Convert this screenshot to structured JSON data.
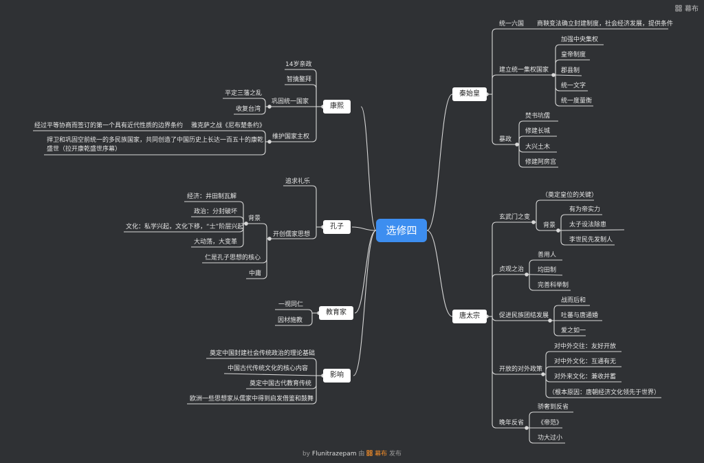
{
  "toolbar": {
    "brand": "幕布",
    "icon": "mubu-logo-icon"
  },
  "center": "选修四",
  "branches": {
    "qinshihuang": {
      "label": "秦始皇",
      "unify": "统一六国",
      "unify_detail": "商鞅变法确立封建制度，社会经济发展，提供条件",
      "build": "建立统一集权国家",
      "build_items": [
        "加强中央集权",
        "皇帝制度",
        "郡县制",
        "统一文字",
        "统一度量衡"
      ],
      "tyranny": "暴政",
      "tyranny_items": [
        "焚书坑儒",
        "修建长城",
        "大兴土木",
        "修建阿房宫"
      ]
    },
    "taizong": {
      "label": "唐太宗",
      "xuanwu": "玄武门之变",
      "xuanwu_note": "（奠定皇位的关键）",
      "bg": "背景",
      "bg_items": [
        "有为帝实力",
        "太子设法除患",
        "李世民先发制人"
      ],
      "zhenguan": "贞观之治",
      "zhenguan_items": [
        "善用人",
        "均田制",
        "完善科举制"
      ],
      "ethnic": "促进民族团结发展",
      "ethnic_items": [
        "战而后和",
        "吐蕃与唐通婚",
        "爱之如一"
      ],
      "open": "开放的对外政策",
      "open_items": [
        "对中外交往：友好开放",
        "对中外文化：互通有无",
        "对外来文化：兼收并蓄",
        "（根本原因：唐朝经济文化领先于世界）"
      ],
      "late": "晚年反省",
      "late_items": [
        "骄奢到反省",
        "《帝范》",
        "功大过小"
      ]
    },
    "kangxi": {
      "label": "康熙",
      "a": "14岁亲政",
      "b": "智擒鳌拜",
      "c": "巩固统一国家",
      "c_items": [
        "平定三藩之乱",
        "收复台湾"
      ],
      "d": "维护国家主权",
      "d_sub": "雅克萨之战《尼布楚条约》",
      "d_sub_detail": "经过平等协商而签订的第一个具有近代性质的边界条约",
      "d_sub2": "捍卫和巩固空前统一的多民族国家，共同创造了中国历史上长达一百五十的康乾盛世（拉开康乾盛世序幕）"
    },
    "confucius": {
      "label": "孔子",
      "a": "追求礼乐",
      "b": "开创儒家思想",
      "bg": "背景",
      "bg_items": [
        "经济：井田制瓦解",
        "政治：分封破坏",
        "文化：私学兴起，文化下移，“士”阶层兴起",
        "大动荡，大变革"
      ],
      "core": "仁是孔子思想的核心",
      "mid": "中庸"
    },
    "educator": {
      "label": "教育家",
      "items": [
        "一视同仁",
        "因材施教"
      ]
    },
    "influence": {
      "label": "影响",
      "items": [
        "奠定中国封建社会传统政治的理论基础",
        "中国古代传统文化的核心内容",
        "奠定中国古代教育传统",
        "欧洲一些思想家从儒家中得到启发借鉴和鼓舞"
      ]
    }
  },
  "footer": {
    "by": "by",
    "author": "Flunitrazepam",
    "mid": "由",
    "brand": "幕布",
    "tail": "发布",
    "icon": "mubu-logo-icon"
  },
  "colors": {
    "background": "#2f3134",
    "center": "#3d8ef0",
    "line": "#d9d9d9"
  }
}
